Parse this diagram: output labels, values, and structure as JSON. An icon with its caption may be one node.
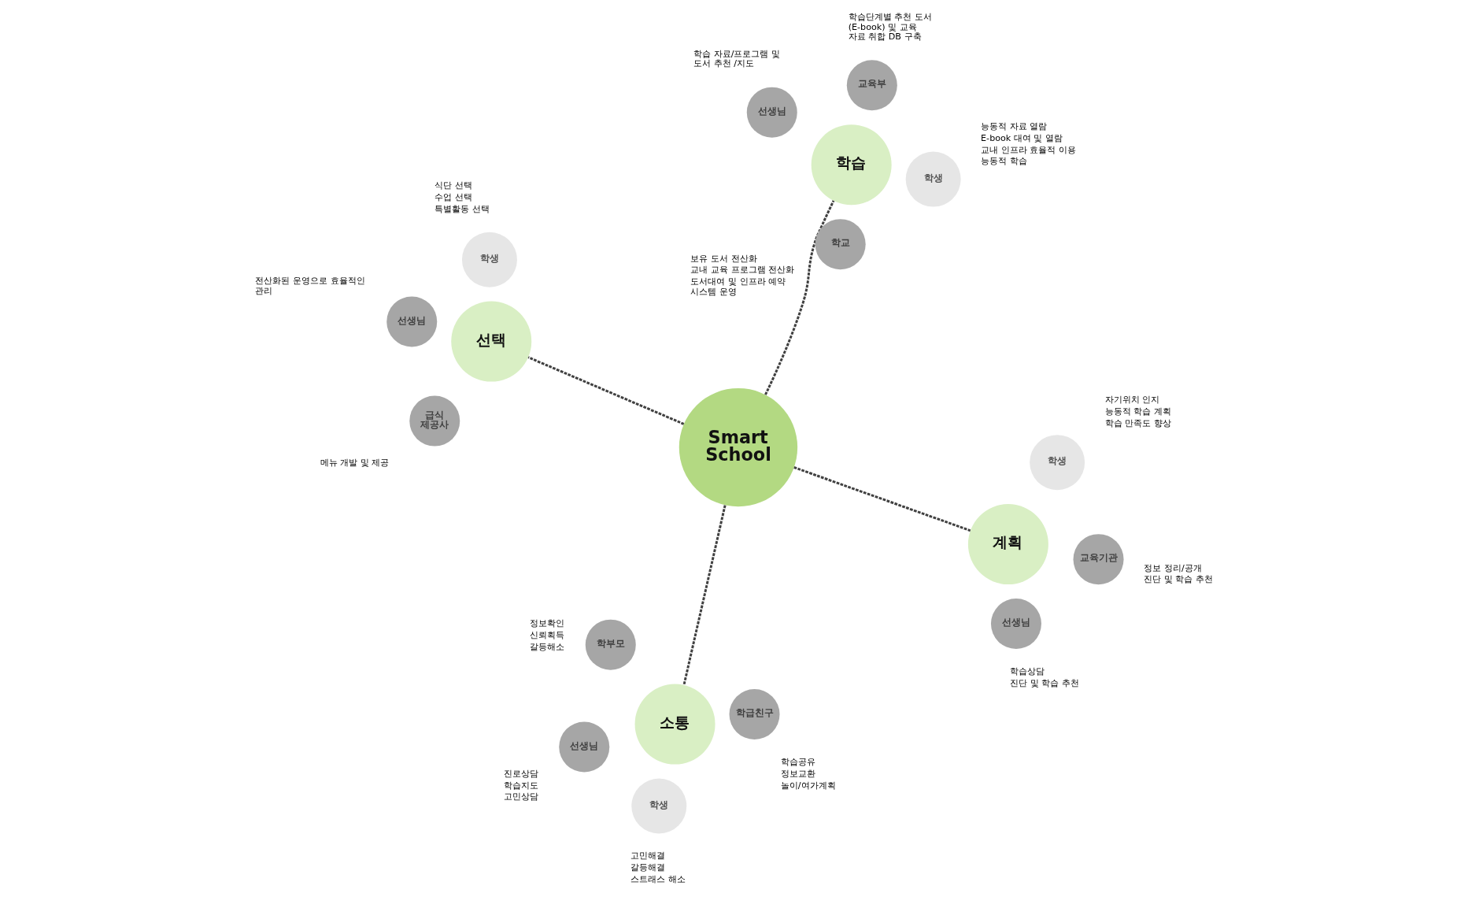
{
  "diagram": {
    "nodes": [
      {
        "text": [
          "Smart School"
        ]
      },
      {
        "text": [
          "소통"
        ]
      },
      {
        "text": [
          "선생님"
        ],
        "beside": [
          "진로상담",
          "학습지도",
          "고민상담"
        ]
      },
      {
        "text": [
          "학부모"
        ],
        "beside": [
          "정보확인",
          "신뢰획득",
          "갈등해소"
        ]
      },
      {
        "text": [
          "학생"
        ],
        "beside": [
          "고민해결",
          "갈등해결",
          "스트래스 해소"
        ]
      },
      {
        "text": [
          "학급친구"
        ],
        "beside": [
          "학습공유",
          "정보교환",
          "놀이/여가계획"
        ]
      },
      {
        "text": [
          "계획"
        ]
      },
      {
        "text": [
          "학생"
        ],
        "beside": [
          "자기위치 인지",
          "능동적 학습 계획",
          "학습 만족도 향상"
        ]
      },
      {
        "text": [
          "교육기관"
        ],
        "beside": [
          "정보 정리/공개",
          "진단 및 학습 추천"
        ]
      },
      {
        "text": [
          "선생님"
        ],
        "beside": [
          "학습상담",
          "진단 및 학습 추천"
        ]
      },
      {
        "text": [
          "선택"
        ]
      },
      {
        "text": [
          "선생님"
        ],
        "beside": [
          "전산화된 운영으로 효율적인 관리"
        ]
      },
      {
        "text": [
          "급식 제공사"
        ],
        "beside": [
          "메뉴 개발 및 제공"
        ]
      },
      {
        "text": [
          "학생"
        ],
        "beside": [
          "식단 선택",
          "수업 선택",
          "특별활동 선택"
        ]
      },
      {
        "text": [
          "학습"
        ]
      },
      {
        "text": [
          "학생"
        ],
        "beside": [
          "능동적 자료 열람",
          "E-book 대여 및 열람",
          "교내 인프라 효율적 이용",
          "능동적 학습"
        ]
      },
      {
        "text": [
          "선생님"
        ],
        "beside": [
          "학습 자료/프로그램 및 도서 추천 /지도"
        ]
      },
      {
        "text": [
          "교육부"
        ],
        "beside": [
          "학습단계별 추천 도서 (E-book) 및 교육 자료 취합 DB 구축"
        ]
      },
      {
        "text": [
          "학교"
        ],
        "beside": [
          "보유 도서 전산화",
          "교내 교육 프로그램 전산화",
          "도서대여 및 인프라 예약 시스템 운영"
        ]
      }
    ],
    "edges": [
      {
        "from": 0,
        "to": 1,
        "arrow": "none",
        "style": "dashed"
      },
      {
        "from": 0,
        "to": 6,
        "arrow": "none",
        "style": "dashed"
      },
      {
        "from": 0,
        "to": 10,
        "arrow": "none",
        "style": "dashed"
      },
      {
        "from": 0,
        "to": 14,
        "arrow": "none",
        "style": "dashed"
      }
    ]
  }
}
